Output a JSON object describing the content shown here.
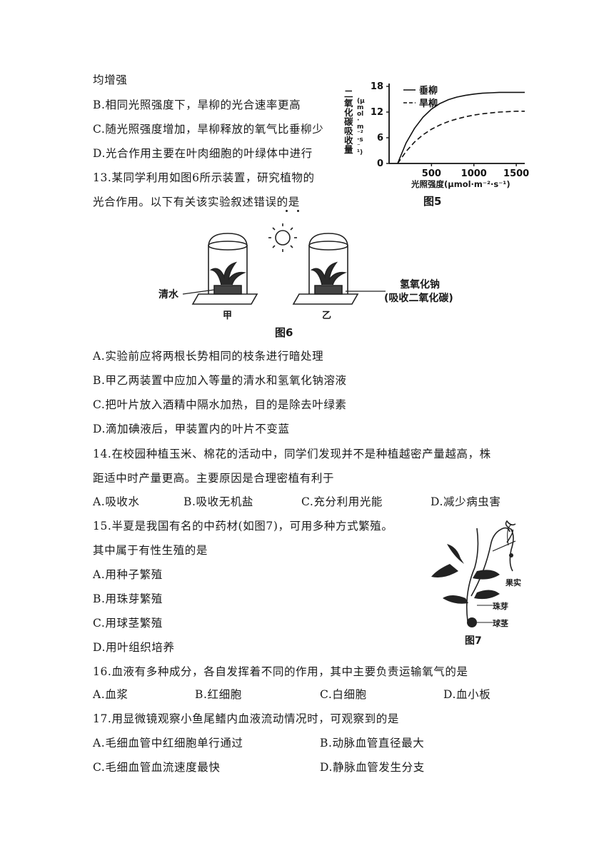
{
  "lines": {
    "l0": "均增强",
    "l1": "B.相同光照强度下，旱柳的光合速率更高",
    "l2": "C.随光照强度增加，旱柳释放的氧气比垂柳少",
    "l3": "D.光合作用主要在叶肉细胞的叶绿体中进行",
    "q13a": "13.某同学利用如图6所示装置，研究植物的",
    "q13b": "光合作用。以下有关该实验叙述错误的是",
    "q13A": "A.实验前应将两根长势相同的枝条进行暗处理",
    "q13B": "B.甲乙两装置中应加入等量的清水和氢氧化钠溶液",
    "q13C": "C.把叶片放入酒精中隔水加热，目的是除去叶绿素",
    "q13D": "D.滴加碘液后，甲装置内的叶片不变蓝",
    "q14a": "14.在校园种植玉米、棉花的活动中，同学们发现并不是种植越密产量越高，株",
    "q14b": "距适中时产量更高。主要原因是合理密植有利于",
    "q15a": "15.半夏是我国有名的中药材(如图7)，可用多种方式繁殖。",
    "q15b": "其中属于有性生殖的是",
    "q15A": "A.用种子繁殖",
    "q15B": "B.用珠芽繁殖",
    "q15C": "C.用球茎繁殖",
    "q15D": "D.用叶组织培养",
    "q16": "16.血液有多种成分，各自发挥着不同的作用，其中主要负责运输氧气的是",
    "q17": "17.用显微镜观察小鱼尾鳍内血液流动情况时，可观察到的是",
    "q17A": "A.毛细血管中红细胞单行通过",
    "q17B": "B.动脉血管直径最大",
    "q17C": "C.毛细血管血流速度最快",
    "q17D": "D.静脉血管发生分支"
  },
  "q14_options": [
    "A.吸收水",
    "B.吸收无机盐",
    "C.充分利用光能",
    "D.减少病虫害"
  ],
  "q16_options": [
    "A.血浆",
    "B.红细胞",
    "C.白细胞",
    "D.血小板"
  ],
  "fig5": {
    "caption": "图5",
    "ylabel": "二氧化碳吸收量",
    "yunit": "(μmol·m⁻²·s⁻¹)",
    "xlabel": "光照强度(μmol·m⁻²·s⁻¹)",
    "legend": [
      "垂柳",
      "旱柳"
    ]
  },
  "fig6": {
    "caption": "图6",
    "left_label": "清水",
    "right_label_1": "氢氧化钠",
    "right_label_2": "(吸收二氧化碳)",
    "jar_left": "甲",
    "jar_right": "乙"
  },
  "fig7": {
    "caption": "图7",
    "labels": [
      "果实",
      "珠芽",
      "球茎"
    ]
  },
  "chart_data": {
    "type": "line",
    "title": "",
    "xlabel": "光照强度(μmol·m⁻²·s⁻¹)",
    "ylabel": "二氧化碳吸收量(μmol·m⁻²·s⁻¹)",
    "xlim": [
      0,
      1600
    ],
    "ylim": [
      0,
      18
    ],
    "xticks": [
      500,
      1000,
      1500
    ],
    "yticks": [
      0,
      6,
      12,
      18
    ],
    "series": [
      {
        "name": "垂柳",
        "style": "solid",
        "x": [
          100,
          200,
          300,
          400,
          500,
          600,
          700,
          800,
          900,
          1000,
          1100,
          1200,
          1300,
          1400,
          1500,
          1600
        ],
        "y": [
          0,
          4.8,
          8.2,
          10.8,
          12.7,
          14.0,
          14.9,
          15.5,
          15.9,
          16.2,
          16.4,
          16.5,
          16.6,
          16.6,
          16.6,
          16.6
        ]
      },
      {
        "name": "旱柳",
        "style": "dashed",
        "x": [
          100,
          200,
          300,
          400,
          500,
          600,
          700,
          800,
          900,
          1000,
          1100,
          1200,
          1300,
          1400,
          1500,
          1600
        ],
        "y": [
          0,
          2.8,
          5.0,
          6.7,
          8.0,
          9.0,
          9.8,
          10.4,
          10.9,
          11.3,
          11.6,
          11.8,
          12.0,
          12.1,
          12.2,
          12.2
        ]
      }
    ]
  }
}
